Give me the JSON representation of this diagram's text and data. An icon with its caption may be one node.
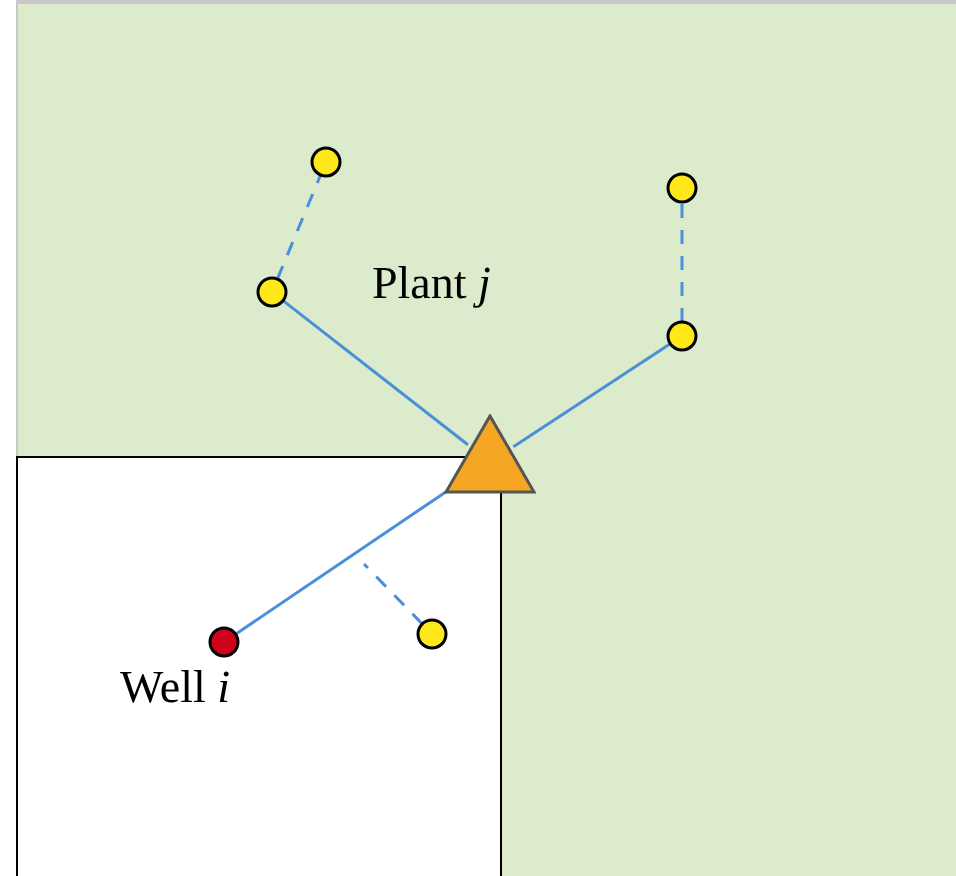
{
  "diagram": {
    "nodes": [
      {
        "text": [],
        "shape": "circle"
      },
      {
        "text": [],
        "shape": "circle"
      },
      {
        "text": [],
        "shape": "circle"
      },
      {
        "text": [
          "Plant *j*"
        ]
      },
      {
        "text": [],
        "shape": "circle"
      },
      {
        "text": [],
        "shape": "circle"
      },
      {
        "text": [
          "Well *i*"
        ]
      }
    ],
    "edges": [
      {
        "from": 3,
        "to": 2,
        "arrow": "none"
      },
      {
        "from": 2,
        "to": 0,
        "arrow": "none",
        "style": "dashed"
      },
      {
        "from": 3,
        "to": 4,
        "arrow": "none"
      },
      {
        "from": 4,
        "to": 1,
        "arrow": "none",
        "style": "dashed"
      },
      {
        "from": 3,
        "to": 6,
        "arrow": "none"
      },
      {
        "from": 5,
        "to": null,
        "arrow": "none",
        "style": "dashed"
      }
    ]
  }
}
